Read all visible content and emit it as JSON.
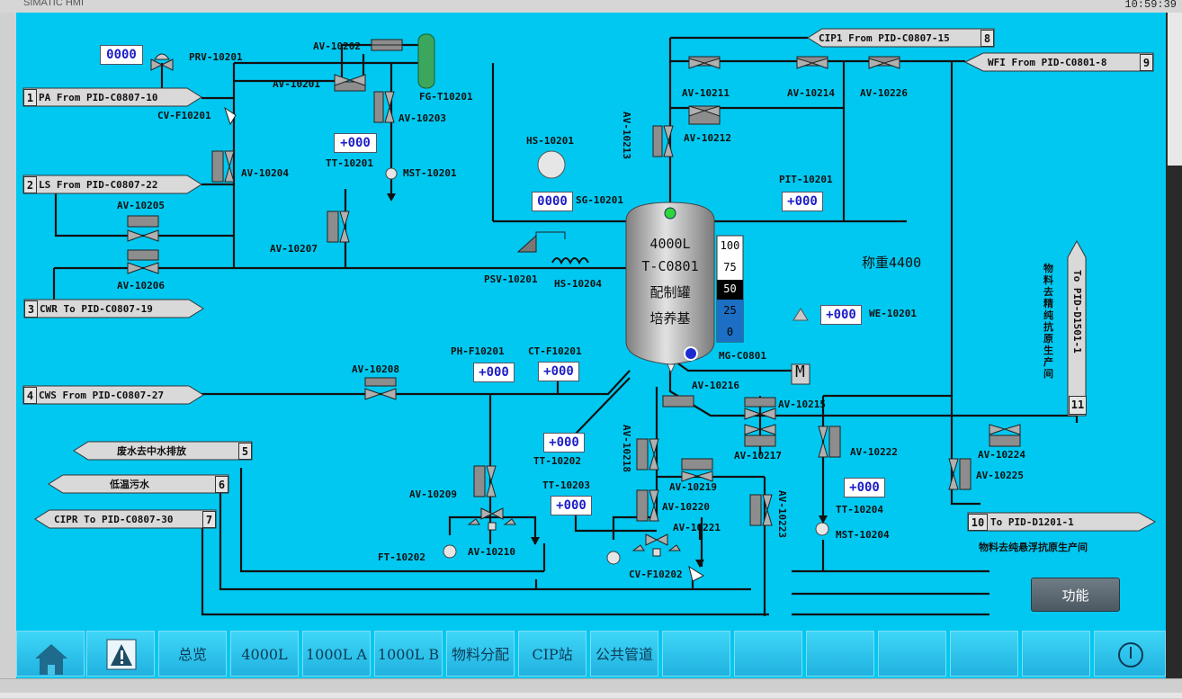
{
  "window": {
    "brand": "SIMATIC HMI",
    "clock": "10:59:39"
  },
  "tank": {
    "volume": "4000L",
    "id": "T-C0801",
    "name": "配制罐",
    "medium": "培养基",
    "weight_text": "称重4400",
    "level_scale": [
      "100",
      "75",
      "50",
      "25",
      "0"
    ],
    "level_fraction": 0.4
  },
  "values": {
    "prv_10201": "0000",
    "tt_10201": "+000",
    "sg_10201": "0000",
    "pit_10201": "+000",
    "we_10201": "+000",
    "ph_f10201": "+000",
    "ct_f10201": "+000",
    "tt_10202": "+000",
    "tt_10203": "+000",
    "tt_10204": "+000"
  },
  "labels": {
    "prv_10201": "PRV-10201",
    "av_10202": "AV-10202",
    "av_10201": "AV-10201",
    "fg_t10201": "FG-T10201",
    "cv_f10201": "CV-F10201",
    "av_10203": "AV-10203",
    "tt_10201": "TT-10201",
    "mst_10201": "MST-10201",
    "av_10204": "AV-10204",
    "av_10205": "AV-10205",
    "av_10206": "AV-10206",
    "av_10207": "AV-10207",
    "hs_10201": "HS-10201",
    "sg_10201": "SG-10201",
    "psv_10201": "PSV-10201",
    "hs_10204": "HS-10204",
    "av_10213": "AV-10213",
    "av_10211": "AV-10211",
    "av_10214": "AV-10214",
    "av_10226": "AV-10226",
    "av_10212": "AV-10212",
    "pit_10201": "PIT-10201",
    "we_10201": "WE-10201",
    "mg_c0801": "MG-C0801",
    "av_10208": "AV-10208",
    "ph_f10201": "PH-F10201",
    "ct_f10201": "CT-F10201",
    "av_10216": "AV-10216",
    "av_10215": "AV-10215",
    "av_10217": "AV-10217",
    "av_10222": "AV-10222",
    "av_10224": "AV-10224",
    "av_10225": "AV-10225",
    "tt_10202": "TT-10202",
    "av_10218": "AV-10218",
    "av_10219": "AV-10219",
    "av_10209": "AV-10209",
    "tt_10203": "TT-10203",
    "av_10220": "AV-10220",
    "av_10221": "AV-10221",
    "av_10223": "AV-10223",
    "tt_10204": "TT-10204",
    "mst_10204": "MST-10204",
    "av_10210": "AV-10210",
    "ft_10202": "FT-10202",
    "cv_f10202": "CV-F10202",
    "motor": "M",
    "d1201_note": "物料去纯悬浮抗原生产间",
    "d1501_note": "物料去精纯抗原生产间"
  },
  "tags": {
    "t1": {
      "num": "1",
      "text": "PA From PID-C0807-10"
    },
    "t2": {
      "num": "2",
      "text": "LS From PID-C0807-22"
    },
    "t3": {
      "num": "3",
      "text": "CWR To PID-C0807-19"
    },
    "t4": {
      "num": "4",
      "text": "CWS From PID-C0807-27"
    },
    "t5": {
      "num": "5",
      "text": "废水去中水排放"
    },
    "t6": {
      "num": "6",
      "text": "低温污水"
    },
    "t7": {
      "num": "7",
      "text": "CIPR To PID-C0807-30"
    },
    "t8": {
      "num": "8",
      "text": "CIP1 From PID-C0807-15"
    },
    "t9": {
      "num": "9",
      "text": "WFI From PID-C0801-8"
    },
    "t10": {
      "num": "10",
      "text": "To PID-D1201-1"
    },
    "t11": {
      "num": "11",
      "text": "To PID-D1501-1"
    }
  },
  "nav": {
    "items": [
      "总览",
      "4000L",
      "1000L A",
      "1000L B",
      "物料分配",
      "CIP站",
      "公共管道"
    ],
    "function_button": "功能"
  },
  "colors": {
    "screen_bg": "#00c8f0",
    "pipe": "#111111",
    "valve": "#8a8a8a",
    "value_text": "#1d1dc8",
    "tank": "#a9a9a9"
  }
}
